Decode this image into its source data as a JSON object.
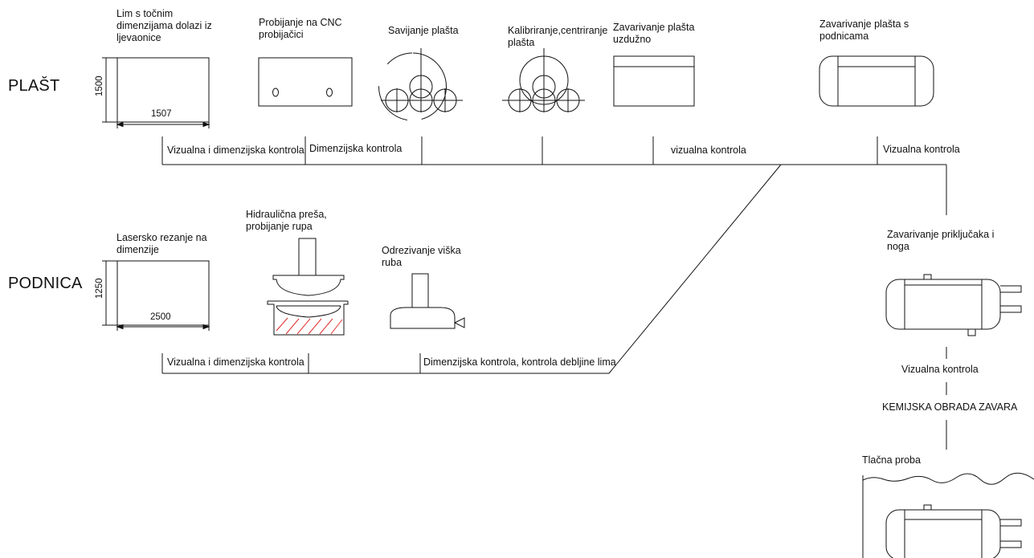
{
  "rows": {
    "plast": "PLAŠT",
    "podnica": "PODNICA"
  },
  "plast_steps": [
    {
      "label": "Lim s točnim dimenzijama dolazi iz ljevaonice"
    },
    {
      "label": "Probijanje na CNC probijačici"
    },
    {
      "label": "Savijanje plašta"
    },
    {
      "label": "Kalibriranje,centriranje plašta"
    },
    {
      "label": "Zavarivanje plašta uzdužno"
    },
    {
      "label": "Zavarivanje plašta s podnicama"
    }
  ],
  "plast_dims": {
    "height": "1500",
    "width": "1507"
  },
  "plast_controls": [
    "Vizualna i dimenzijska kontrola",
    "Dimenzijska kontrola",
    "vizualna kontrola",
    "Vizualna kontrola"
  ],
  "podnica_steps": [
    {
      "label": "Lasersko rezanje na dimenzije"
    },
    {
      "label": "Hidraulična preša, probijanje rupa"
    },
    {
      "label": "Odrezivanje viška ruba"
    }
  ],
  "podnica_dims": {
    "height": "1250",
    "width": "2500"
  },
  "podnica_controls": [
    "Vizualna i dimenzijska kontrola",
    "Dimenzijska kontrola, kontrola debljine lima"
  ],
  "final_steps": {
    "attach": "Zavarivanje priključaka i noga",
    "visual": "Vizualna kontrola",
    "chemical": "KEMIJSKA OBRADA ZAVARA",
    "pressure": "Tlačna proba"
  },
  "colors": {
    "line": "#111111",
    "hatch": "#e03030"
  }
}
